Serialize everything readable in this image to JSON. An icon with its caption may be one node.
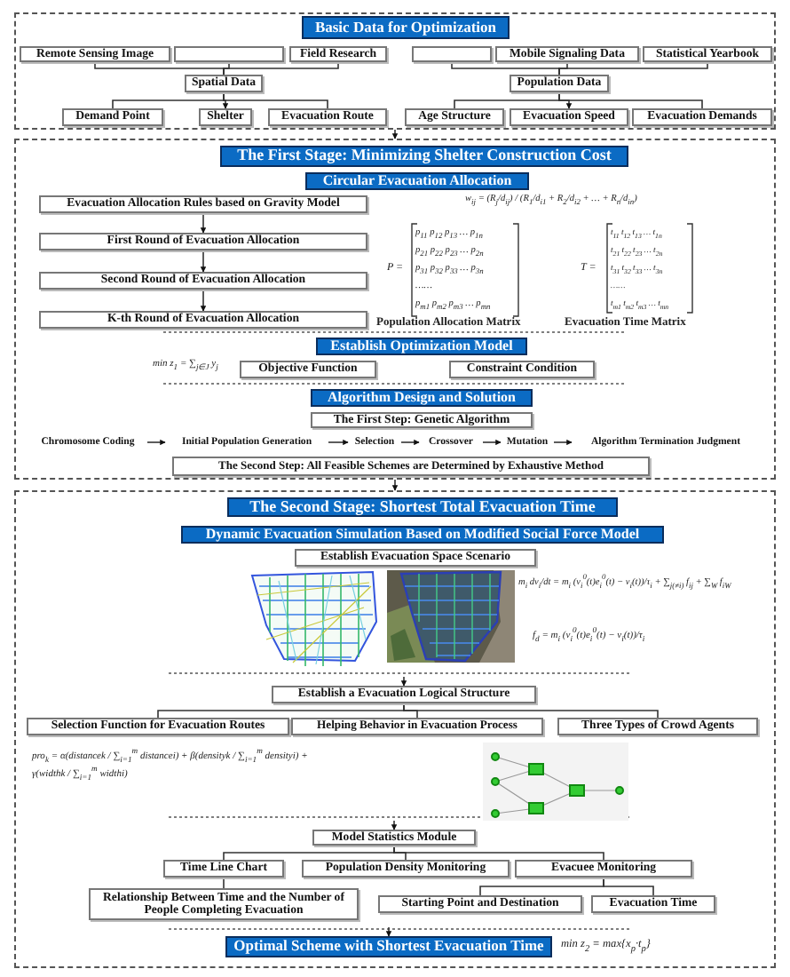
{
  "diagram": {
    "nodes": [
      {
        "text": [],
        "shape": "box"
      },
      {
        "text": [
          "Basic Data for Optimization"
        ],
        "in": 0
      },
      {
        "text": [
          "Remote Sensing  Image"
        ],
        "in": 0
      },
      {
        "text": [],
        "shape": "box",
        "in": 0
      },
      {
        "text": [
          "Field Research"
        ],
        "in": 0
      },
      {
        "text": [],
        "shape": "box",
        "in": 0
      },
      {
        "text": [
          "Mobile Signaling Data"
        ],
        "in": 0
      },
      {
        "text": [
          "Statistical Yearbook"
        ],
        "in": 0
      },
      {
        "text": [
          "Spatial Data"
        ],
        "in": 0
      },
      {
        "text": [
          "Population Data"
        ],
        "in": 0
      },
      {
        "text": [
          "Demand Point"
        ],
        "in": 0
      },
      {
        "text": [
          "Shelter"
        ],
        "in": 0
      },
      {
        "text": [
          "Evacuation Route"
        ],
        "in": 0
      },
      {
        "text": [
          "Age Structure"
        ],
        "in": 0
      },
      {
        "text": [
          "Evacuation Speed"
        ],
        "in": 0
      },
      {
        "text": [
          "Evacuation Demands"
        ],
        "in": 0
      },
      {
        "text": [],
        "shape": "box"
      },
      {
        "text": [
          "The First Stage: Minimizing Shelter Construction Cost"
        ],
        "in": 16
      },
      {
        "text": [
          "Circular Evacuation Allocation"
        ],
        "in": 16
      },
      {
        "text": [
          "Evacuation Allocation Rules based on Gravity Model"
        ],
        "in": 16
      },
      {
        "text": [
          "First Round of Evacuation Allocation"
        ],
        "in": 16
      },
      {
        "text": [
          "Second Round of Evacuation Allocation"
        ],
        "in": 16
      },
      {
        "text": [
          "K-th Round of Evacuation Allocation"
        ],
        "in": 16
      },
      {
        "text": [
          "Establish Optimization Model"
        ],
        "in": 16
      },
      {
        "text": [
          "Objective Function"
        ],
        "in": 16
      },
      {
        "text": [
          "Constraint Condition"
        ],
        "in": 16
      },
      {
        "text": [
          "Algorithm Design and Solution"
        ],
        "in": 16
      },
      {
        "text": [
          "The First Step: Genetic Algorithm"
        ],
        "in": 16
      },
      {
        "text": [
          "Chromosome Coding"
        ],
        "in": 16
      },
      {
        "text": [
          "Initial Population Generation"
        ],
        "in": 16
      },
      {
        "text": [
          "Selection"
        ],
        "in": 16
      },
      {
        "text": [
          "Crossover"
        ],
        "in": 16
      },
      {
        "text": [
          "Mutation"
        ],
        "in": 16
      },
      {
        "text": [
          "Algorithm Termination Judgment"
        ],
        "in": 16
      },
      {
        "text": [
          "The Second Step: All Feasible Schemes are Determined by Exhaustive Method"
        ],
        "in": 16
      },
      {
        "text": [],
        "shape": "box"
      },
      {
        "text": [
          "The Second Stage: Shortest Total Evacuation Time"
        ],
        "in": 35
      },
      {
        "text": [
          "Dynamic Evacuation Simulation Based on Modified Social Force Model"
        ],
        "in": 35
      },
      {
        "text": [
          "Establish Evacuation Space Scenario"
        ],
        "in": 35
      },
      {
        "text": [
          "Establish a Evacuation Logical Structure"
        ],
        "in": 35
      },
      {
        "text": [
          "Selection Function for Evacuation Routes"
        ],
        "in": 35
      },
      {
        "text": [
          "Helping Behavior in Evacuation Process"
        ],
        "in": 35
      },
      {
        "text": [
          "Three Types of Crowd Agents"
        ],
        "in": 35
      },
      {
        "text": [
          "Model Statistics Module"
        ],
        "in": 35
      },
      {
        "text": [
          "Time Line Chart"
        ],
        "in": 35
      },
      {
        "text": [
          "Population Density Monitoring"
        ],
        "in": 35
      },
      {
        "text": [
          "Evacuee Monitoring"
        ],
        "in": 35
      },
      {
        "text": [
          "Relationship Between Time and the Number of People Completing Evacuation"
        ],
        "in": 35
      },
      {
        "text": [
          "Starting Point and Destination"
        ],
        "in": 35
      },
      {
        "text": [
          "Evacuation Time"
        ],
        "in": 35
      },
      {
        "text": [
          "Optimal Scheme with Shortest Evacuation Time"
        ],
        "in": 35
      }
    ],
    "edges": [
      {
        "from": 2,
        "to": 8,
        "arrow": "none"
      },
      {
        "from": 3,
        "to": 8,
        "arrow": "none"
      },
      {
        "from": 4,
        "to": 8,
        "arrow": "none"
      },
      {
        "from": 5,
        "to": 9,
        "arrow": "none"
      },
      {
        "from": 6,
        "to": 9,
        "arrow": "none"
      },
      {
        "from": 7,
        "to": 9,
        "arrow": "none"
      },
      {
        "from": 8,
        "to": 10,
        "arrow": "none"
      },
      {
        "from": 8,
        "to": 11,
        "arrow": "to"
      },
      {
        "from": 8,
        "to": 12,
        "arrow": "none"
      },
      {
        "from": 9,
        "to": 13,
        "arrow": "none"
      },
      {
        "from": 9,
        "to": 14,
        "arrow": "to"
      },
      {
        "from": 9,
        "to": 15,
        "arrow": "none"
      },
      {
        "from": 0,
        "to": 16,
        "arrow": "to"
      },
      {
        "from": 19,
        "to": 20,
        "arrow": "to"
      },
      {
        "from": 20,
        "to": 21,
        "arrow": "to"
      },
      {
        "from": 21,
        "to": 22,
        "arrow": "to"
      },
      {
        "from": 28,
        "to": 29,
        "arrow": "to"
      },
      {
        "from": 29,
        "to": 30,
        "arrow": "to"
      },
      {
        "from": 30,
        "to": 31,
        "arrow": "to"
      },
      {
        "from": 31,
        "to": 32,
        "arrow": "to"
      },
      {
        "from": 32,
        "to": 33,
        "arrow": "to"
      },
      {
        "from": 16,
        "to": 35,
        "arrow": "to"
      },
      {
        "from": null,
        "to": 39,
        "arrow": "to"
      },
      {
        "from": 39,
        "to": 40,
        "arrow": "none"
      },
      {
        "from": 39,
        "to": 41,
        "arrow": "none"
      },
      {
        "from": 39,
        "to": 42,
        "arrow": "none"
      },
      {
        "from": null,
        "to": 43,
        "arrow": "to"
      },
      {
        "from": 43,
        "to": 44,
        "arrow": "none"
      },
      {
        "from": 43,
        "to": 45,
        "arrow": "none"
      },
      {
        "from": 43,
        "to": 46,
        "arrow": "none"
      },
      {
        "from": 44,
        "to": 47,
        "arrow": "none"
      },
      {
        "from": 46,
        "to": 48,
        "arrow": "none"
      },
      {
        "from": 46,
        "to": 49,
        "arrow": "none"
      },
      {
        "from": null,
        "to": 50,
        "arrow": "to"
      }
    ],
    "labels": [
      "w$_{ij}$ = (R$_{j}$/d$_{ij}$) / (R$_{1}$/d$_{i1}$ + R$_{2}$/d$_{i2}$ + … + R$_{n}$/d$_{in}$)",
      "P =",
      "p$_{11}$ p$_{12}$ p$_{13}$ … p$_{1n}$",
      "p$_{21}$ p$_{22}$ p$_{23}$ … p$_{2n}$",
      "p$_{31}$ p$_{32}$ p$_{33}$ … p$_{3n}$",
      "……",
      "p$_{m1}$ p$_{m2}$ p$_{m3}$ … p$_{mn}$",
      "T =",
      "t$_{11}$ t$_{12}$ t$_{13}$ … t$_{1n}$",
      "t$_{21}$ t$_{22}$ t$_{23}$ … t$_{2n}$",
      "t$_{31}$ t$_{32}$ t$_{33}$ … t$_{3n}$",
      "……",
      "t$_{m1}$ t$_{m2}$ t$_{m3}$ … t$_{mn}$",
      "Population Allocation Matrix",
      "Evacuation Time Matrix",
      "min z$_{1}$ = ∑$_{j∈J}$ y$_{j}$",
      "m$_{i}$ dv$_{i}$/dt = m$_{i}$ (v$_{i}$$^{0}$(t)e$_{i}$$^{0}$(t) − v$_{i}$(t))/τ$_{i}$ + ∑$_{j(≠i)}$ f$_{ij}$ + ∑$_{W}$ f$_{iW}$",
      "f$_{d}$ = m$_{i}$ (v$_{i}$$^{0}$(t)e$_{i}$$^{0}$(t) − v$_{i}$(t))/τ$_{i}$",
      "pro$_{k}$ = α(distancek / ∑$_{i=1}$$^{m}$ distancei) + β(densityk / ∑$_{i=1}$$^{m}$ densityi) + γ(widthk / ∑$_{i=1}$$^{m}$ widthi)",
      "min z$_{2}$ = max{x$_{p}$·t$_{p}$}"
    ]
  }
}
